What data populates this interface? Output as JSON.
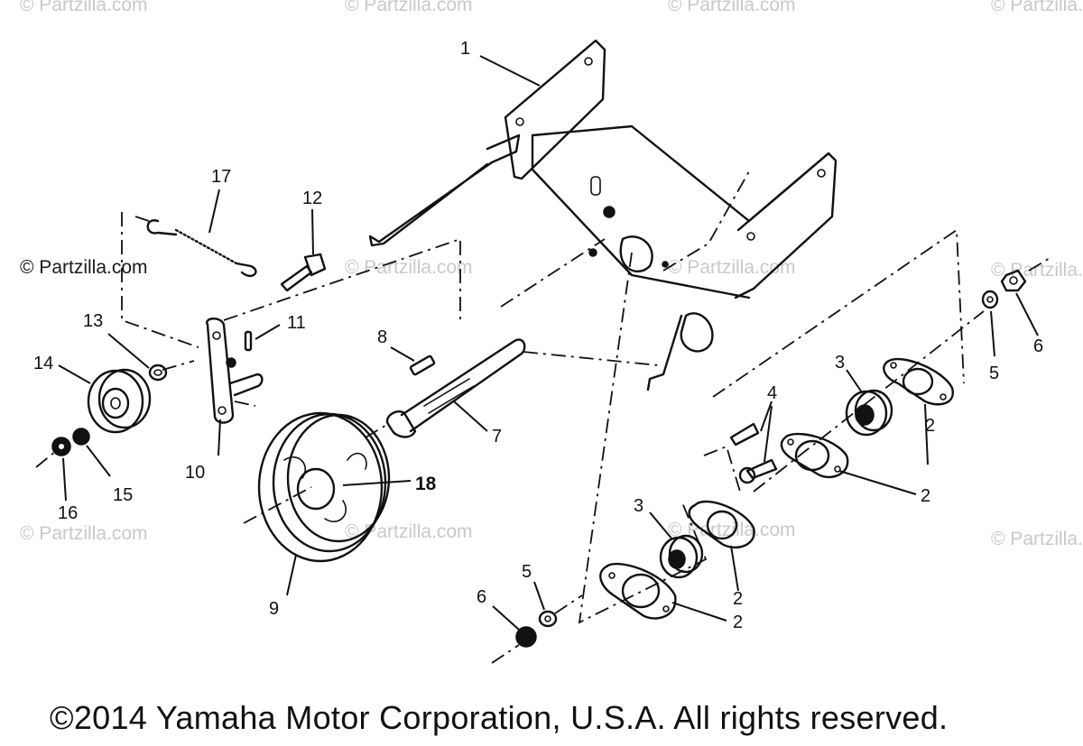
{
  "watermark": {
    "text": "© Partzilla.com"
  },
  "copyright": "©2014 Yamaha Motor Corporation, U.S.A. All rights reserved.",
  "callouts": {
    "c1": "1",
    "c2a": "2",
    "c2b": "2",
    "c2c": "2",
    "c2d": "2",
    "c3a": "3",
    "c3b": "3",
    "c4": "4",
    "c5a": "5",
    "c5b": "5",
    "c6a": "6",
    "c6b": "6",
    "c7": "7",
    "c8": "8",
    "c9": "9",
    "c10": "10",
    "c11": "11",
    "c12": "12",
    "c13": "13",
    "c14": "14",
    "c15": "15",
    "c16": "16",
    "c17": "17",
    "c18": "18"
  }
}
